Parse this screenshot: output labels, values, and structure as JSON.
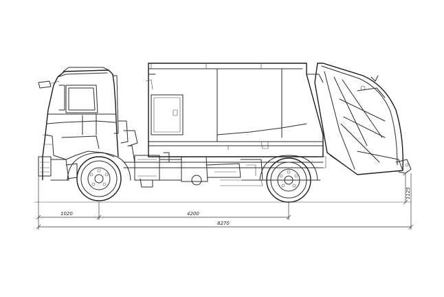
{
  "dimensions": {
    "front_overhang": "1020",
    "wheelbase": "4200",
    "overall_length": "8270",
    "height_offset": "1125"
  }
}
